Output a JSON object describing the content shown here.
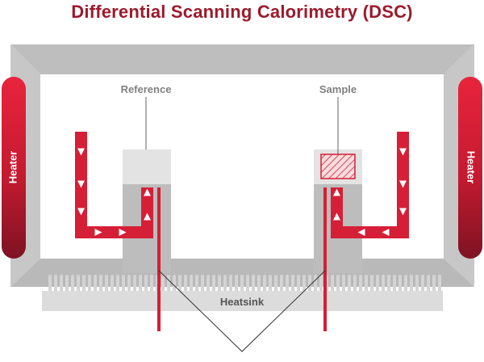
{
  "title": "Differential Scanning Calorimetry (DSC)",
  "labels": {
    "reference": "Reference",
    "sample": "Sample",
    "heater_left": "Heater",
    "heater_right": "Heater",
    "heatsink": "Heatsink"
  },
  "colors": {
    "title": "#9c1a2c",
    "frame": "#bdbdbd",
    "heater_red": "#d51f36",
    "heater_dark": "#7e1322",
    "label_gray": "#808080",
    "pan_fill": "#e2e2e2",
    "heatsink": "#dcdcdc",
    "arrow_white": "#ffffff"
  },
  "icons": {
    "flow_arrow": "triangle-arrow-icon",
    "sample_material": "hatched-sample-icon"
  }
}
